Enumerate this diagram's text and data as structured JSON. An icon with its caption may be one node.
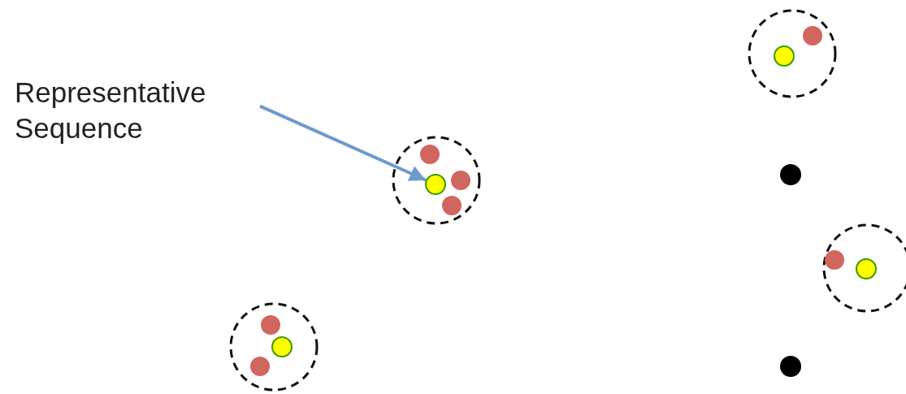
{
  "diagram": {
    "nodes": [
      {
        "text": [
          "Representative Sequence"
        ]
      },
      {
        "text": [],
        "shape": "circle"
      }
    ],
    "edges": [
      {
        "from": 0,
        "to": 1,
        "arrow": "to"
      }
    ]
  }
}
